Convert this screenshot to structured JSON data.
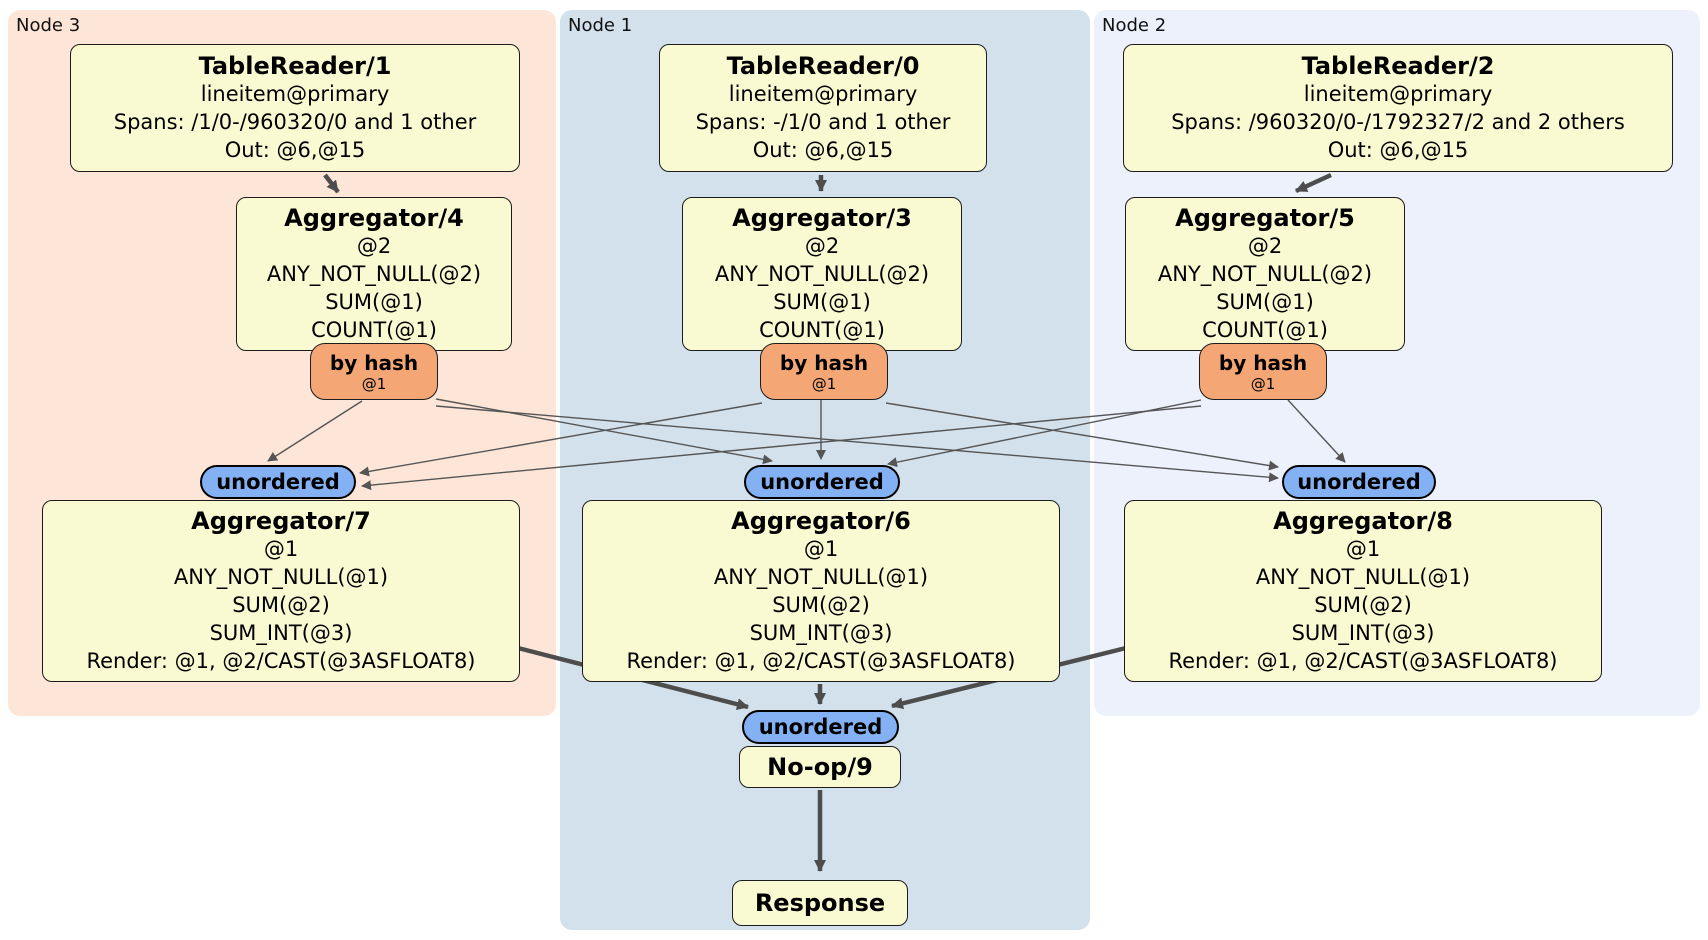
{
  "diagram": {
    "groups": [
      {
        "label": "Node 3",
        "table_reader": {
          "title": "TableReader/1",
          "index": "lineitem@primary",
          "spans": "Spans: /1/0-/960320/0 and 1 other",
          "out": "Out: @6,@15"
        },
        "stage1_aggregator": {
          "title": "Aggregator/4",
          "group_cols": "@2",
          "agg1": "ANY_NOT_NULL(@2)",
          "agg2": "SUM(@1)",
          "agg3": "COUNT(@1)"
        },
        "router": {
          "label": "by hash",
          "cols": "@1"
        },
        "stream_sync": {
          "label": "unordered"
        },
        "stage2_aggregator": {
          "title": "Aggregator/7",
          "group_cols": "@1",
          "agg1": "ANY_NOT_NULL(@1)",
          "agg2": "SUM(@2)",
          "agg3": "SUM_INT(@3)",
          "render": "Render: @1, @2/CAST(@3ASFLOAT8)"
        }
      },
      {
        "label": "Node 1",
        "table_reader": {
          "title": "TableReader/0",
          "index": "lineitem@primary",
          "spans": "Spans: -/1/0 and 1 other",
          "out": "Out: @6,@15"
        },
        "stage1_aggregator": {
          "title": "Aggregator/3",
          "group_cols": "@2",
          "agg1": "ANY_NOT_NULL(@2)",
          "agg2": "SUM(@1)",
          "agg3": "COUNT(@1)"
        },
        "router": {
          "label": "by hash",
          "cols": "@1"
        },
        "stream_sync": {
          "label": "unordered"
        },
        "stage2_aggregator": {
          "title": "Aggregator/6",
          "group_cols": "@1",
          "agg1": "ANY_NOT_NULL(@1)",
          "agg2": "SUM(@2)",
          "agg3": "SUM_INT(@3)",
          "render": "Render: @1, @2/CAST(@3ASFLOAT8)"
        }
      },
      {
        "label": "Node 2",
        "table_reader": {
          "title": "TableReader/2",
          "index": "lineitem@primary",
          "spans": "Spans: /960320/0-/1792327/2 and 2 others",
          "out": "Out: @6,@15"
        },
        "stage1_aggregator": {
          "title": "Aggregator/5",
          "group_cols": "@2",
          "agg1": "ANY_NOT_NULL(@2)",
          "agg2": "SUM(@1)",
          "agg3": "COUNT(@1)"
        },
        "router": {
          "label": "by hash",
          "cols": "@1"
        },
        "stream_sync": {
          "label": "unordered"
        },
        "stage2_aggregator": {
          "title": "Aggregator/8",
          "group_cols": "@1",
          "agg1": "ANY_NOT_NULL(@1)",
          "agg2": "SUM(@2)",
          "agg3": "SUM_INT(@3)",
          "render": "Render: @1, @2/CAST(@3ASFLOAT8)"
        }
      }
    ],
    "final": {
      "stream_sync": {
        "label": "unordered"
      },
      "noop": {
        "title": "No-op/9"
      },
      "response": {
        "title": "Response"
      }
    },
    "colors": {
      "node3_bg": "#fde6d8",
      "node1_bg": "#d3e1ec",
      "node2_bg": "#ecf1fb",
      "processor_fill": "#fafad2",
      "router_fill": "#f4a674",
      "sync_fill": "#84b1f3",
      "edge_color": "#4d4d4d"
    }
  }
}
